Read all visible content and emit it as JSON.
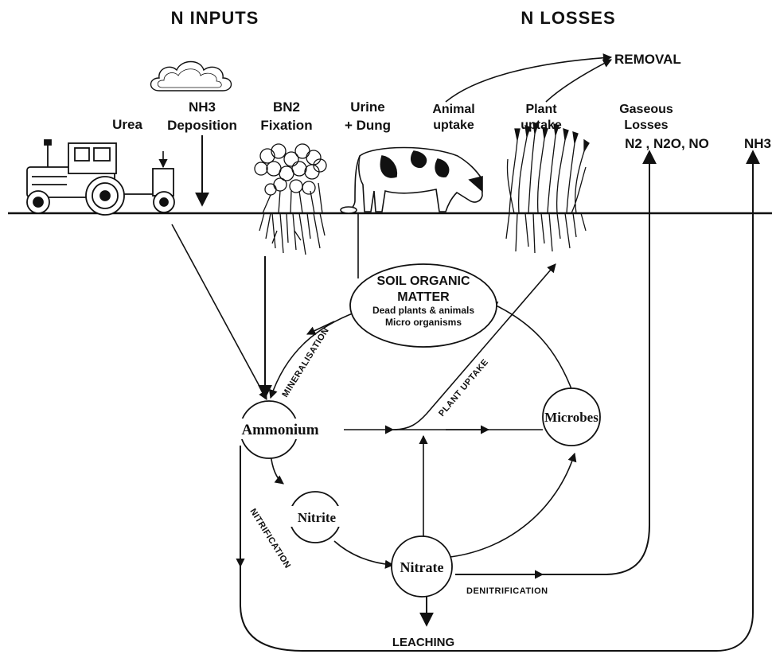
{
  "headers": {
    "inputs": "N INPUTS",
    "losses": "N LOSSES"
  },
  "removal": "REMOVAL",
  "inputs": {
    "urea": "Urea",
    "nh3_deposition_line1": "NH3",
    "nh3_deposition_line2": "Deposition",
    "bn2_line1": "BN2",
    "bn2_line2": "Fixation",
    "urine_line1": "Urine",
    "urine_line2": "+ Dung"
  },
  "losses": {
    "animal_line1": "Animal",
    "animal_line2": "uptake",
    "plant_line1": "Plant",
    "plant_line2": "uptake",
    "gaseous_line1": "Gaseous",
    "gaseous_line2": "Losses",
    "gases": "N2 , N2O, NO",
    "nh3": "NH3"
  },
  "soil_organic_matter": {
    "title_line1": "SOIL ORGANIC",
    "title_line2": "MATTER",
    "sub_line1": "Dead plants & animals",
    "sub_line2": "Micro organisms"
  },
  "nodes": {
    "ammonium": "Ammonium",
    "nitrite": "Nitrite",
    "nitrate": "Nitrate",
    "microbes": "Microbes"
  },
  "processes": {
    "mineralisation": "MINERALISATION",
    "plant_uptake": "PLANT UPTAKE",
    "nitrification": "NITRIFICATION",
    "denitrification": "DENITRIFICATION",
    "leaching": "LEACHING"
  }
}
